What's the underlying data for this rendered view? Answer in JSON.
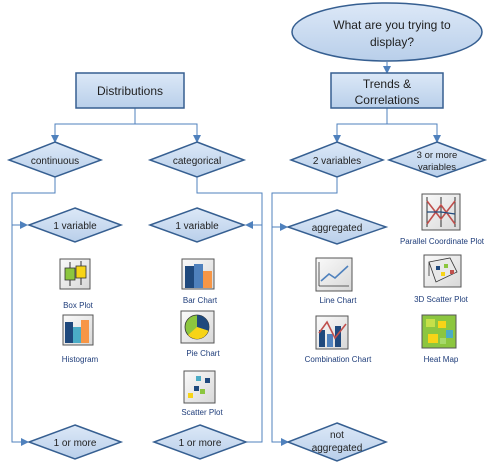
{
  "question": [
    "What are you trying to",
    "display?"
  ],
  "categories": {
    "distributions": "Distributions",
    "trends": [
      "Trends &",
      "Correlations"
    ]
  },
  "decisions": {
    "continuous": "continuous",
    "categorical": "categorical",
    "two_variables": "2 variables",
    "three_or_more": [
      "3 or more",
      "variables"
    ],
    "one_variable_continuous": "1 variable",
    "one_variable_categorical": "1 variable",
    "aggregated": "aggregated",
    "one_or_more_continuous": "1 or more",
    "one_or_more_categorical": "1 or more",
    "not_aggregated": [
      "not",
      "aggregated"
    ]
  },
  "charts": {
    "box_plot": "Box Plot",
    "histogram": "Histogram",
    "bar_chart": "Bar Chart",
    "pie_chart": "Pie Chart",
    "scatter_plot": "Scatter Plot",
    "line_chart": "Line Chart",
    "combination_chart": "Combination Chart",
    "parallel_coordinate_plot": "Parallel Coordinate Plot",
    "scatter_3d": "3D Scatter Plot",
    "heat_map": "Heat Map"
  },
  "icons": {
    "box_plot": "box-plot-icon",
    "histogram": "histogram-icon",
    "bar_chart": "bar-chart-icon",
    "pie_chart": "pie-chart-icon",
    "scatter_plot": "scatter-plot-icon",
    "line_chart": "line-chart-icon",
    "combination_chart": "combination-chart-icon",
    "parallel_coordinate_plot": "parallel-coordinates-icon",
    "scatter_3d": "3d-scatter-icon",
    "heat_map": "heat-map-icon"
  },
  "colors": {
    "shape_fill": "#c5d9f1",
    "shape_stroke": "#365f91",
    "connector": "#4f81bd",
    "icon_text": "#1f3d7a"
  }
}
